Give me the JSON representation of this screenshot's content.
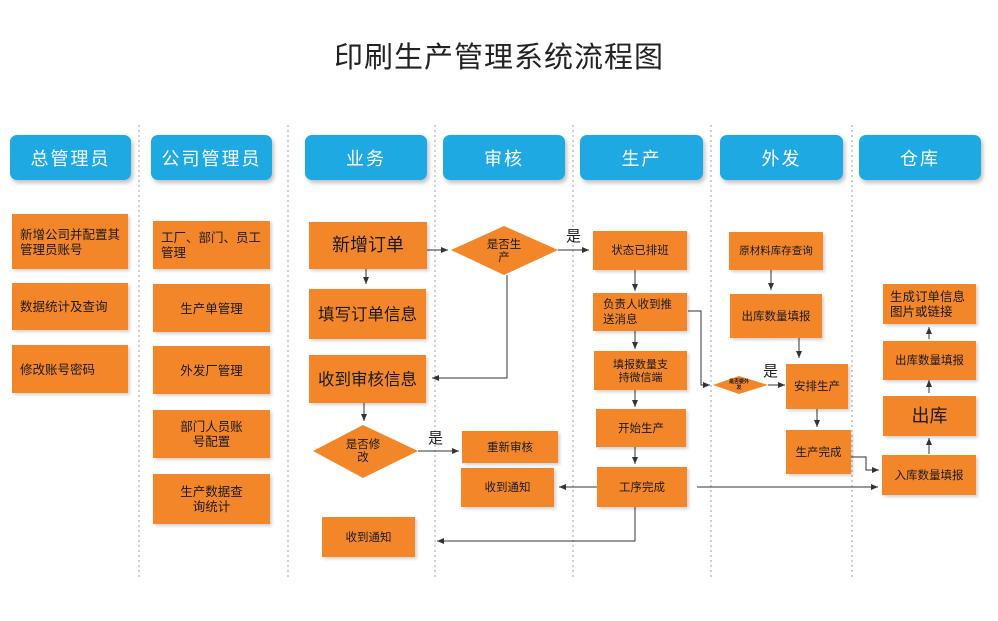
{
  "title": "印刷生产管理系统流程图",
  "columns": [
    "总管理员",
    "公司管理员",
    "业务",
    "审核",
    "生产",
    "外发",
    "仓库"
  ],
  "super_admin": [
    "新增公司并配置其管理员账号",
    "数据统计及查询",
    "修改账号密码"
  ],
  "company_admin": [
    "工厂、部门、员工管理",
    "生产单管理",
    "外发厂管理",
    "部门人员账号配置",
    "生产数据查询统计"
  ],
  "business": {
    "new_order": "新增订单",
    "fill_order": "填写订单信息",
    "receive_review": "收到审核信息",
    "decision_modify": "是否修改",
    "yes_label": "是",
    "receive_notice": "收到通知"
  },
  "review": {
    "decision_produce": "是否生产",
    "yes_label": "是",
    "re_review": "重新审核",
    "receive_notice": "收到通知"
  },
  "production": [
    "状态已排班",
    "负责人收到推送消息",
    "填报数量支持微信端",
    "开始生产",
    "工序完成"
  ],
  "outsource": {
    "stock_query": "原材料库存查询",
    "out_qty": "出库数量填报",
    "decision_outsource": "是否要外发",
    "yes_label": "是",
    "arrange": "安排生产",
    "done": "生产完成"
  },
  "warehouse": {
    "gen_info": "生成订单信息图片或链接",
    "out_qty": "出库数量填报",
    "out": "出库",
    "in_qty": "入库数量填报"
  },
  "colors": {
    "header": "#1ea9e3",
    "box": "#f4862a",
    "line": "#333333"
  }
}
